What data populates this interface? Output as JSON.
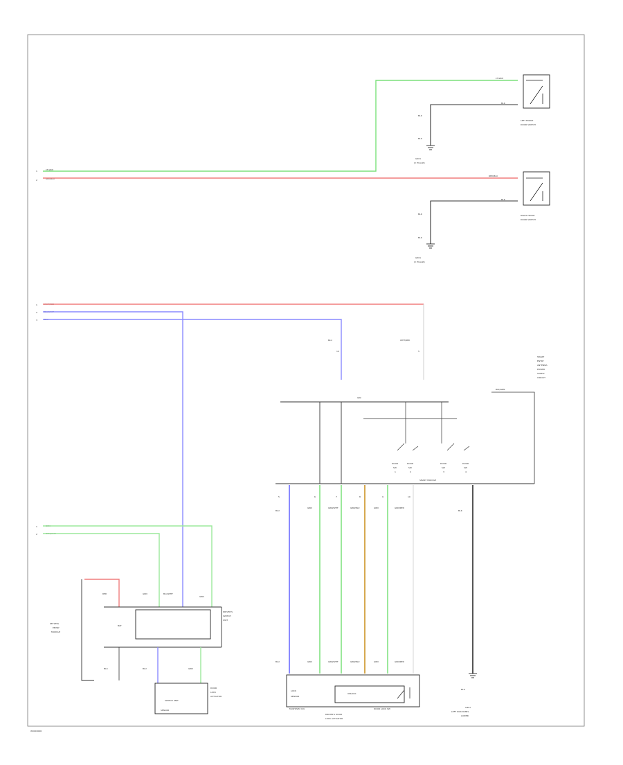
{
  "diagram": {
    "frame_label": "W0000000",
    "wire_colors": {
      "lt_grn": "#7be07b",
      "red": "#f07d7d",
      "blu": "#8a8aff",
      "grn": "#9be89b",
      "black": "#333333",
      "orange": "#d6a94f",
      "white": "#cfcfcf"
    },
    "top_left_wires": [
      {
        "label": "LT GRN"
      },
      {
        "label": "RED/BLU"
      }
    ],
    "mid_left_wires": [
      {
        "label": "WHT/RED"
      },
      {
        "label": "BLU/WHT"
      },
      {
        "label": "BLU"
      }
    ],
    "lower_left_wires": [
      {
        "label": "GRN"
      },
      {
        "label": "GRN/WHT"
      }
    ],
    "left_front_sensor": {
      "name_line1": "LEFT FRONT",
      "name_line2": "DOOR SWITCH",
      "wire_in": "LT GRN",
      "wire_out": "BLK",
      "gnd_wire": "BLK",
      "gnd_label_1": "BLK",
      "ground": "G401",
      "ground_sub": "(C PILLAR)"
    },
    "right_front_sensor": {
      "name_line1": "RIGHT FRONT",
      "name_line2": "DOOR SWITCH",
      "wire_in": "RED/BLU",
      "wire_out": "BLK",
      "gnd_wire": "BLK",
      "gnd_label_1": "BLK",
      "ground": "G501",
      "ground_sub": "(C PILLAR)"
    },
    "mid_labels": {
      "blu_drop": "BLU",
      "blu_drop_pin": "10",
      "wht_red_drop": "WHT/RED",
      "wht_red_drop_pin": "5",
      "module_header": "IGN",
      "module_name": "SMART MODULE",
      "right_callout_l1": "SMART",
      "right_callout_l2": "ENTRY",
      "right_callout_l3": "ANTENNA",
      "right_callout_l4": "POWER",
      "right_callout_l5": "SUPPLY",
      "right_callout_l6": "CIRCUIT",
      "right_callout_wire": "BLK/GRN"
    },
    "switch_labels": [
      {
        "l1": "DOOR",
        "l2": "SW",
        "l3": "1"
      },
      {
        "l1": "DOOR",
        "l2": "SW",
        "l3": "2"
      },
      {
        "l1": "DOOR",
        "l2": "SW",
        "l3": "3"
      },
      {
        "l1": "DOOR",
        "l2": "SW",
        "l3": "4"
      }
    ],
    "bottom_harness": {
      "drop_labels_top": [
        "BLU",
        "GRN",
        "GRN/WHT",
        "GRN/BLU",
        "GRN",
        "GRN/RED"
      ],
      "drop_labels_bottom": [
        "BLU",
        "GRN",
        "GRN/WHT",
        "GRN/BLU",
        "GRN",
        "GRN/RED"
      ],
      "black_drop_top": "BLK",
      "black_drop_bottom": "BLK",
      "pins_top": [
        "5",
        "6",
        "7",
        "8",
        "9",
        "10"
      ]
    },
    "left_bottom_module": {
      "name_l1": "KEYLESS",
      "name_l2": "ENTRY",
      "name_l3": "MODULE",
      "top_wires": [
        "RED",
        "GRN",
        "BLU/WHT",
        "GRN"
      ],
      "inner_label": "BAT",
      "right_name_l1": "DRIVER'S",
      "right_name_l2": "SWITCH",
      "right_name_l3": "UNIT",
      "bottom_wires": [
        "BLK",
        "BLU",
        "GRN"
      ],
      "bottom_box_label": "SWITCH UNIT",
      "bottom_box_sub": "SENSOR",
      "bottom_right_l1": "DOOR",
      "bottom_right_l2": "LOCK",
      "bottom_right_l3": "ACTUATOR"
    },
    "bottom_center_module": {
      "name": "MULTIPLEX ICU",
      "sub_left_l1": "LOCK",
      "sub_left_l2": "SENSOR",
      "sub_mid": "UNLOCK",
      "sub_right": "DOOR LOCK SW",
      "caption_l1": "DRIVER'S DOOR",
      "caption_l2": "LOCK ACTUATOR"
    },
    "bottom_right_ground": {
      "wire": "BLK",
      "l1": "G401",
      "l2": "LEFT KICK PANEL",
      "l3": "LOWER"
    }
  }
}
